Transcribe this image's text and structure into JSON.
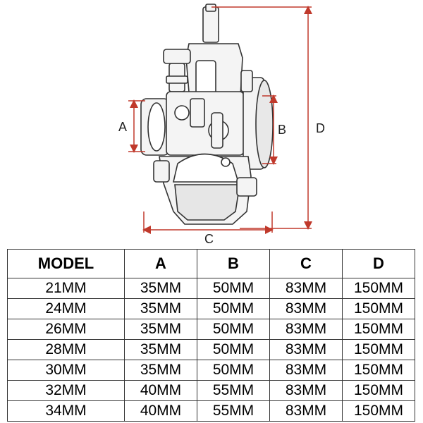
{
  "diagram": {
    "dimension_labels": {
      "a": "A",
      "b": "B",
      "c": "C",
      "d": "D"
    },
    "dimension_color": "#c0392b",
    "line_color": "#333333"
  },
  "table": {
    "headers": [
      "MODEL",
      "A",
      "B",
      "C",
      "D"
    ],
    "rows": [
      [
        "21MM",
        "35MM",
        "50MM",
        "83MM",
        "150MM"
      ],
      [
        "24MM",
        "35MM",
        "50MM",
        "83MM",
        "150MM"
      ],
      [
        "26MM",
        "35MM",
        "50MM",
        "83MM",
        "150MM"
      ],
      [
        "28MM",
        "35MM",
        "50MM",
        "83MM",
        "150MM"
      ],
      [
        "30MM",
        "35MM",
        "50MM",
        "83MM",
        "150MM"
      ],
      [
        "32MM",
        "40MM",
        "55MM",
        "83MM",
        "150MM"
      ],
      [
        "34MM",
        "40MM",
        "55MM",
        "83MM",
        "150MM"
      ]
    ]
  }
}
